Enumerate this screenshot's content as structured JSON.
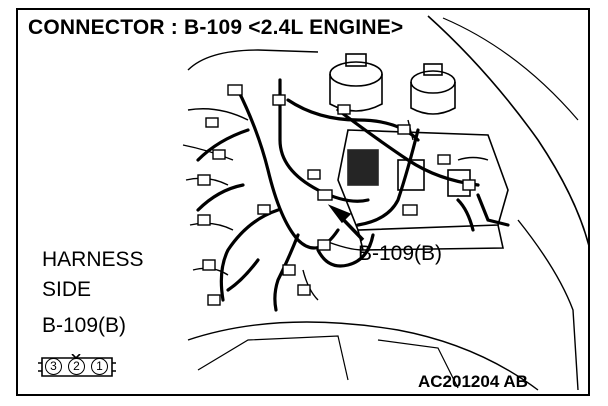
{
  "title": "CONNECTOR : B-109 <2.4L ENGINE>",
  "harness_side": {
    "line1": "HARNESS",
    "line2": "SIDE",
    "connector": "B-109(B)"
  },
  "callout": "B-109(B)",
  "pins": [
    "3",
    "2",
    "1"
  ],
  "figure_code": "AC201204 AB"
}
